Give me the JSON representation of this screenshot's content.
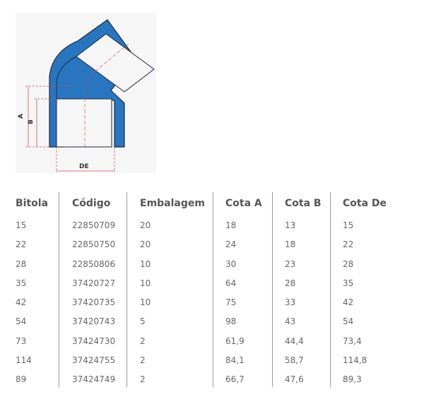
{
  "drawing": {
    "label_a": "A",
    "label_b": "B",
    "label_de": "DE",
    "colors": {
      "pipe": "#2a75bf",
      "pipe_edge": "#1d2a3a",
      "dim": "#d9534f",
      "panel": "#f6f6f6"
    }
  },
  "table": {
    "headers": [
      "Bitola",
      "Código",
      "Embalagem",
      "Cota A",
      "Cota B",
      "Cota De"
    ],
    "rows": [
      [
        "15",
        "22850709",
        "20",
        "18",
        "13",
        "15"
      ],
      [
        "22",
        "22850750",
        "20",
        "24",
        "18",
        "22"
      ],
      [
        "28",
        "22850806",
        "10",
        "30",
        "23",
        "28"
      ],
      [
        "35",
        "37420727",
        "10",
        "64",
        "28",
        "35"
      ],
      [
        "42",
        "37420735",
        "10",
        "75",
        "33",
        "42"
      ],
      [
        "54",
        "37420743",
        "5",
        "98",
        "43",
        "54"
      ],
      [
        "73",
        "37424730",
        "2",
        "61,9",
        "44,4",
        "73,4"
      ],
      [
        "114",
        "37424755",
        "2",
        "84,1",
        "58,7",
        "114,8"
      ],
      [
        "89",
        "37424749",
        "2",
        "66,7",
        "47,6",
        "89,3"
      ]
    ]
  }
}
